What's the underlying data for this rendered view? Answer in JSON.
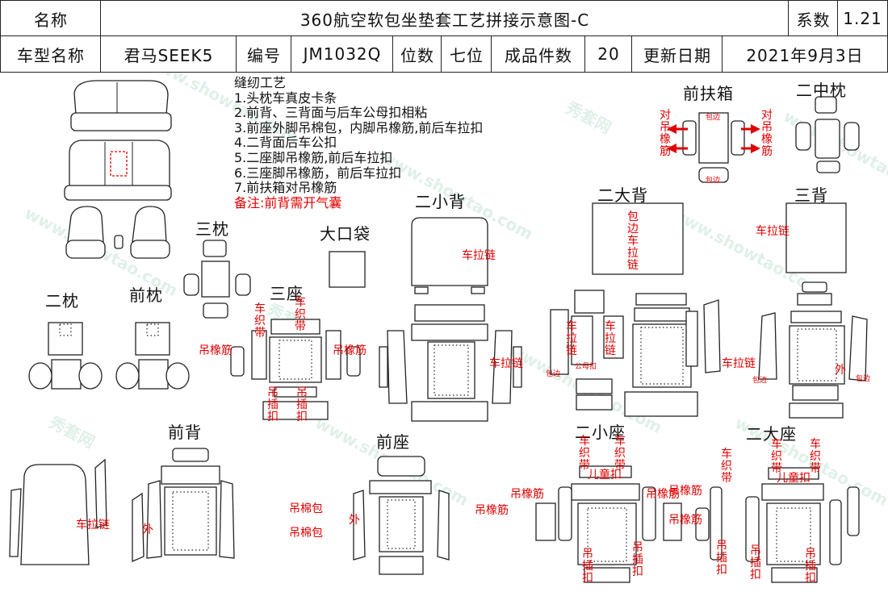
{
  "header": {
    "name_label": "名称",
    "title": "360航空软包坐垫套工艺拼接示意图-C",
    "coef_label": "系数",
    "coef_value": "1.21",
    "model_label": "车型名称",
    "model_value": "君马SEEK5",
    "code_label": "编号",
    "code_value": "JM1032Q",
    "seats_label": "位数",
    "seats_value": "七位",
    "pieces_label": "成品件数",
    "pieces_value": "20",
    "date_label": "更新日期",
    "date_value": "2021年9月3日"
  },
  "notes": {
    "title": "缝纫工艺",
    "items": [
      "1.头枕车真皮卡条",
      "2.前背、三背面与后车公母扣相粘",
      "3.前座外脚吊棉包，内脚吊橡筋,前后车拉扣",
      "4.二背面后车公扣",
      "5.二座脚吊橡筋,前后车拉扣",
      "6.三座脚吊橡筋，前后车拉扣",
      "7.前扶箱对吊橡筋"
    ],
    "remark": "备注:前背需开气囊"
  },
  "section_labels": {
    "front_armrest": "前扶箱",
    "second_middle_pillow": "二中枕",
    "third_pillow": "三枕",
    "big_pocket": "大口袋",
    "second_small_back": "二小背",
    "second_big_back": "二大背",
    "third_back": "三背",
    "second_pillow": "二枕",
    "front_pillow": "前枕",
    "third_seat": "三座",
    "front_back": "前背",
    "front_seat": "前座",
    "second_small_seat": "二小座",
    "second_big_seat": "二大座"
  },
  "annotations": {
    "dui_diao_xiang_jin": "对吊橡筋",
    "bao_bian": "包边",
    "che_la_lian": "车拉链",
    "bao_bian_che_la_lian": "包边车拉链",
    "che_zhi_dai": "车织带",
    "diao_xiang_jin": "吊橡筋",
    "diao_cha_kou": "吊插扣",
    "diao_mian_bao": "吊棉包",
    "wai": "外",
    "gong_mu_kou": "公母扣",
    "er_tong_kou": "儿童扣",
    "diao_xiang_jin_line": "吊橡筋"
  },
  "watermark": {
    "text_cn": "秀套网",
    "text_en": "www.showtao.com"
  },
  "colors": {
    "annotation_red": "#e00000",
    "line": "#222222",
    "watermark": "#3ca06e"
  }
}
